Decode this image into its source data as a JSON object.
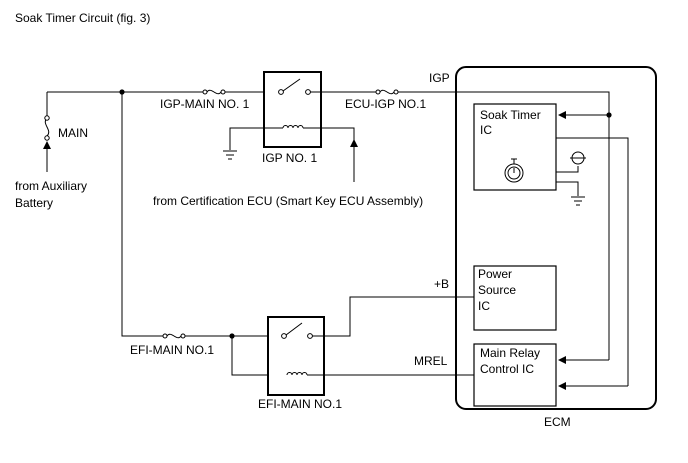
{
  "title": "Soak Timer Circuit (fig. 3)",
  "labels": {
    "main_fuse": "MAIN",
    "aux_battery": [
      "from Auxiliary",
      "Battery"
    ],
    "igp_main_fuse": "IGP-MAIN NO. 1",
    "ecu_igp_fuse": "ECU-IGP NO.1",
    "igp": "IGP",
    "igp_relay": "IGP NO. 1",
    "cert_ecu": "from Certification ECU (Smart Key ECU Assembly)",
    "soak_timer_ic": [
      "Soak Timer",
      "IC"
    ],
    "plus_b": "+B",
    "power_source_ic": [
      "Power",
      "Source",
      "IC"
    ],
    "efi_main_fuse": "EFI-MAIN NO.1",
    "mrel": "MREL",
    "main_relay_control_ic": [
      "Main Relay",
      "Control IC"
    ],
    "efi_main_relay": "EFI-MAIN NO.1",
    "ecm": "ECM"
  }
}
